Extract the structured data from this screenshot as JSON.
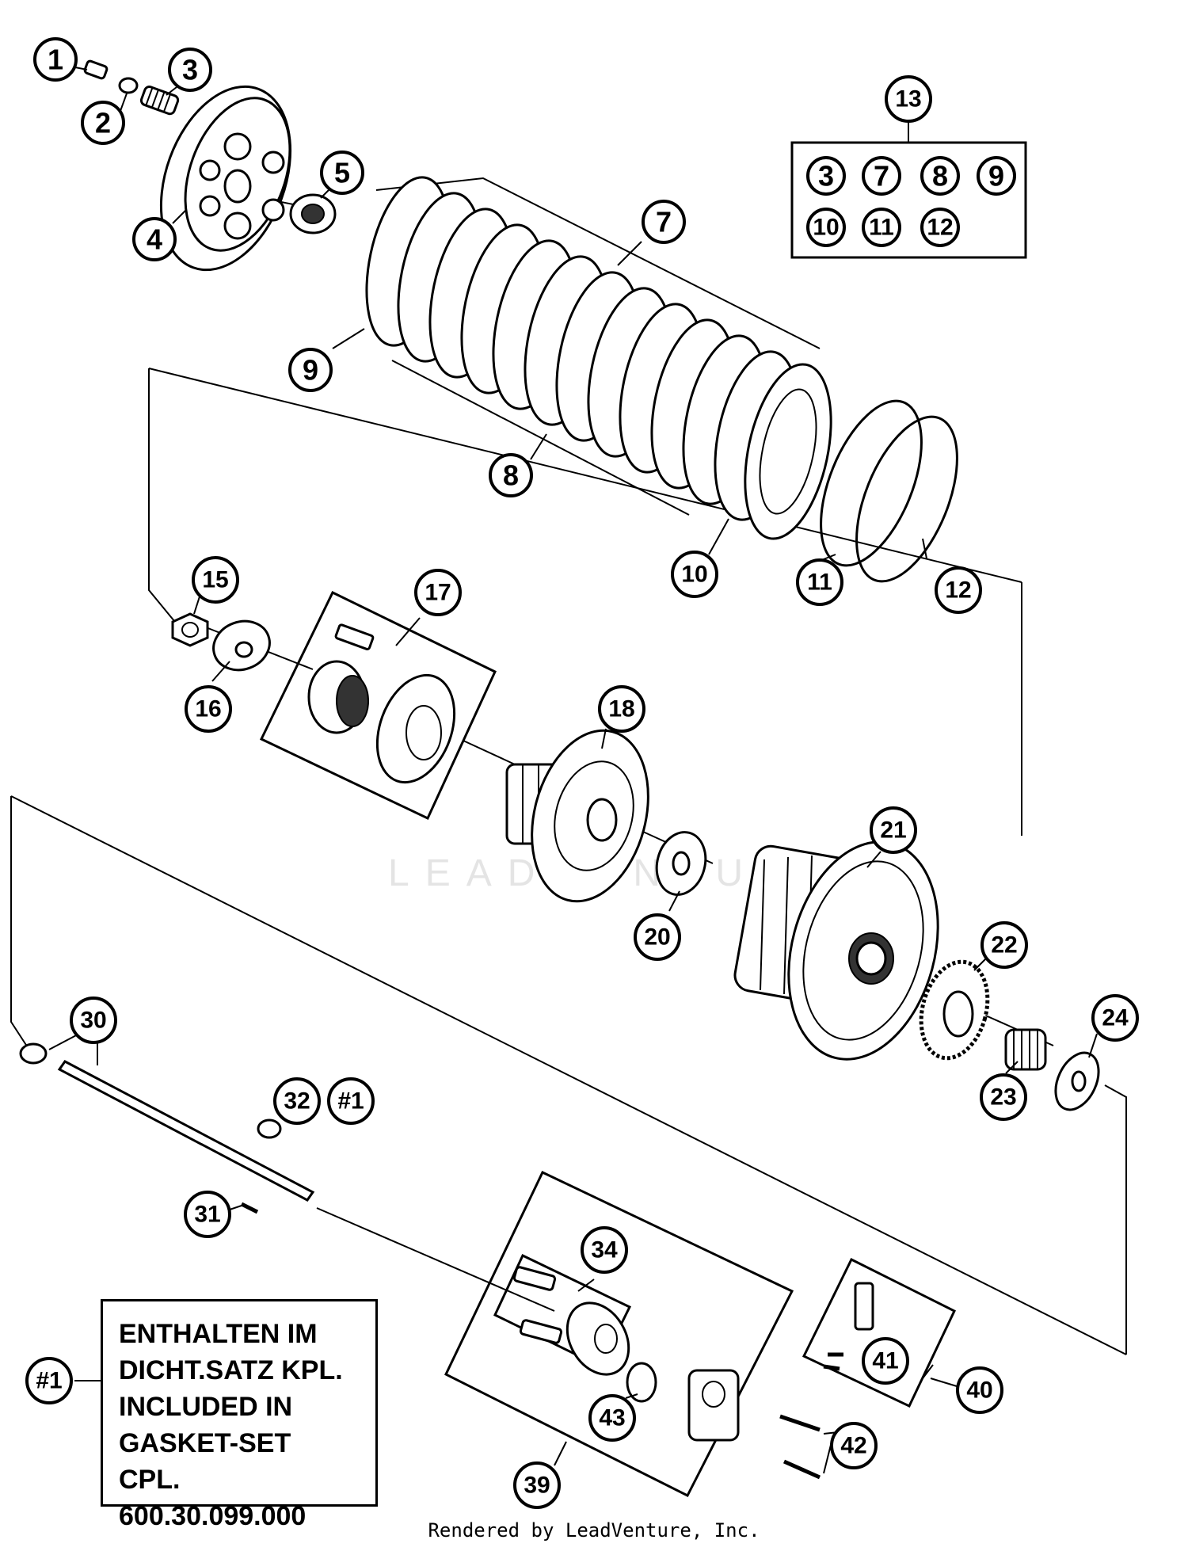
{
  "callouts": [
    {
      "label": "1"
    },
    {
      "label": "2"
    },
    {
      "label": "3"
    },
    {
      "label": "4"
    },
    {
      "label": "5"
    },
    {
      "label": "7"
    },
    {
      "label": "9"
    },
    {
      "label": "8"
    },
    {
      "label": "10"
    },
    {
      "label": "11"
    },
    {
      "label": "12"
    },
    {
      "label": "13"
    },
    {
      "label": "15"
    },
    {
      "label": "16"
    },
    {
      "label": "17"
    },
    {
      "label": "18"
    },
    {
      "label": "20"
    },
    {
      "label": "21"
    },
    {
      "label": "22"
    },
    {
      "label": "23"
    },
    {
      "label": "24"
    },
    {
      "label": "30"
    },
    {
      "label": "31"
    },
    {
      "label": "32"
    },
    {
      "label": "#1"
    },
    {
      "label": "34"
    },
    {
      "label": "39"
    },
    {
      "label": "40"
    },
    {
      "label": "41"
    },
    {
      "label": "42"
    },
    {
      "label": "43"
    },
    {
      "label": "#1"
    }
  ],
  "kit_13": {
    "label": "13",
    "contents": [
      "3",
      "7",
      "8",
      "9",
      "10",
      "11",
      "12"
    ]
  },
  "note": {
    "ref": "#1",
    "lines": [
      "ENTHALTEN IM",
      "DICHT.SATZ KPL.",
      "INCLUDED IN",
      "GASKET-SET CPL.",
      "600.30.099.000"
    ]
  },
  "watermark": "LEADVENTURE",
  "footer": "Rendered by LeadVenture, Inc."
}
